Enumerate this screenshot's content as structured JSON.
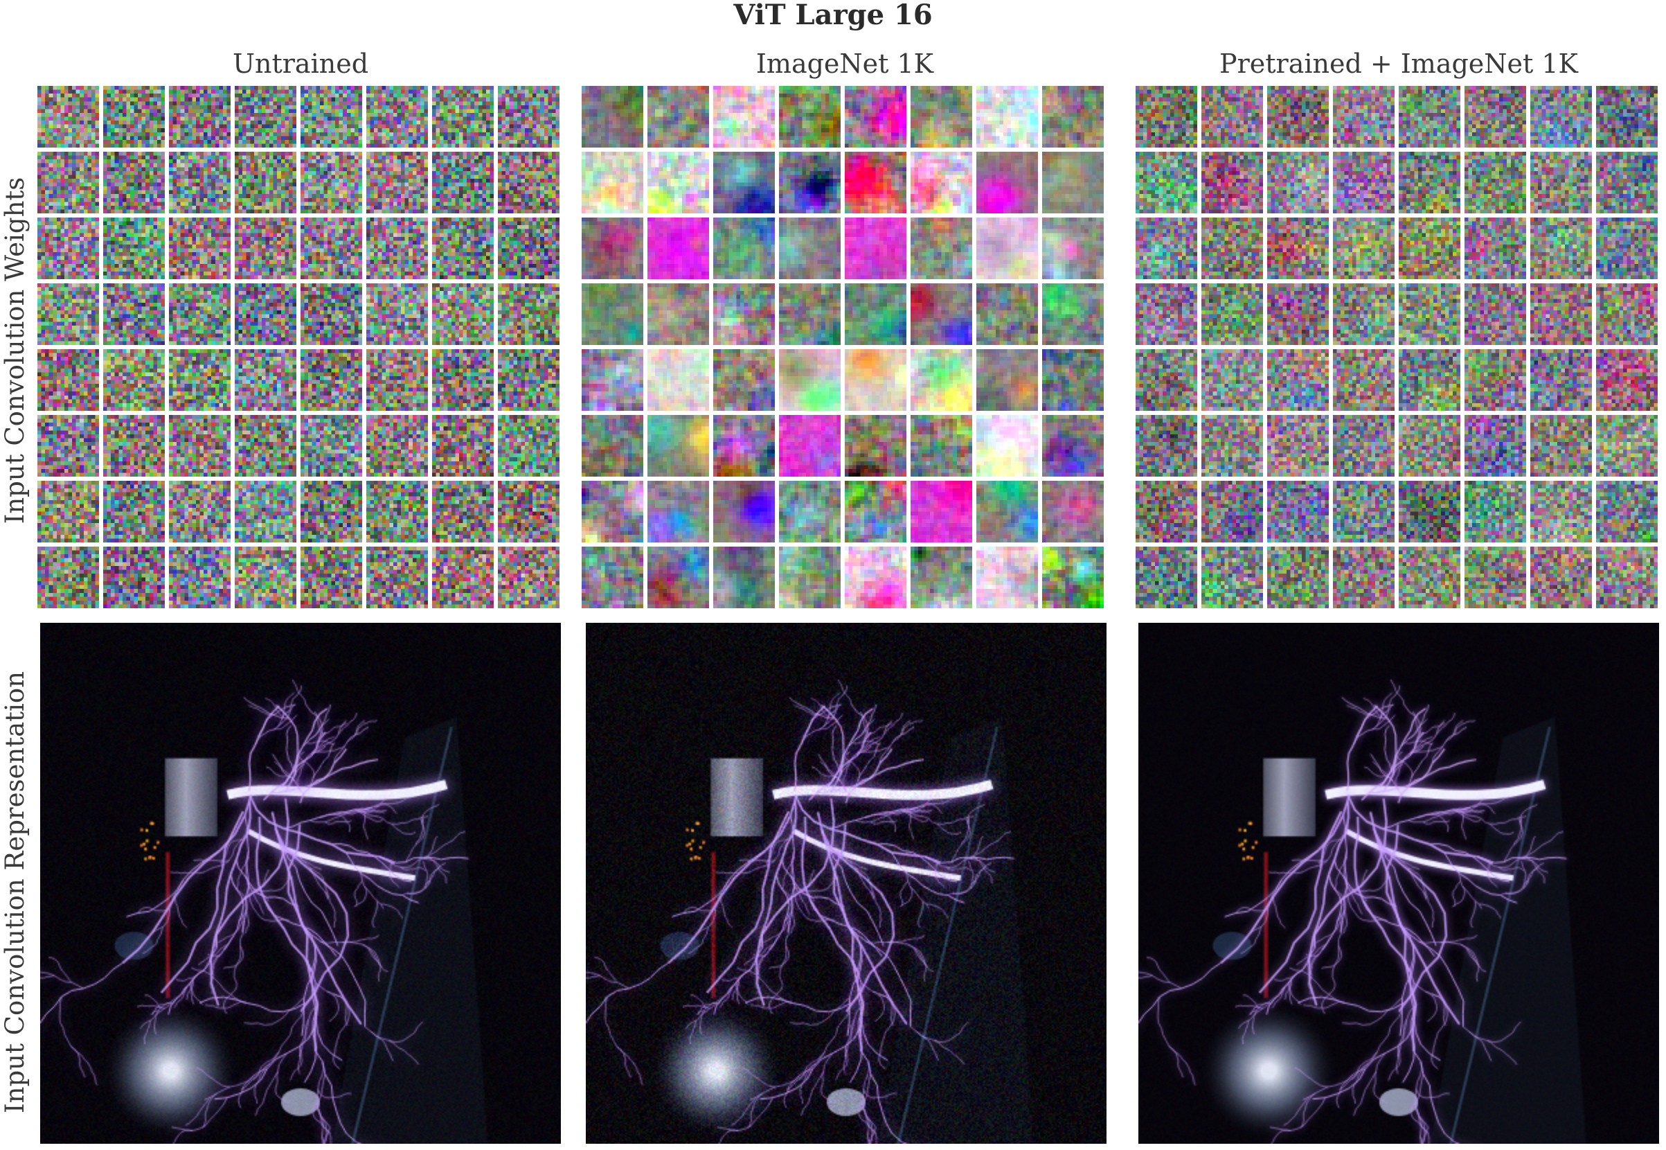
{
  "title": "ViT Large 16",
  "columns": [
    {
      "header": "Untrained"
    },
    {
      "header": "ImageNet 1K"
    },
    {
      "header": "Pretrained + ImageNet 1K"
    }
  ],
  "row_labels": {
    "weights": "Input Convolution Weights",
    "representation": "Input Convolution Representation"
  }
}
